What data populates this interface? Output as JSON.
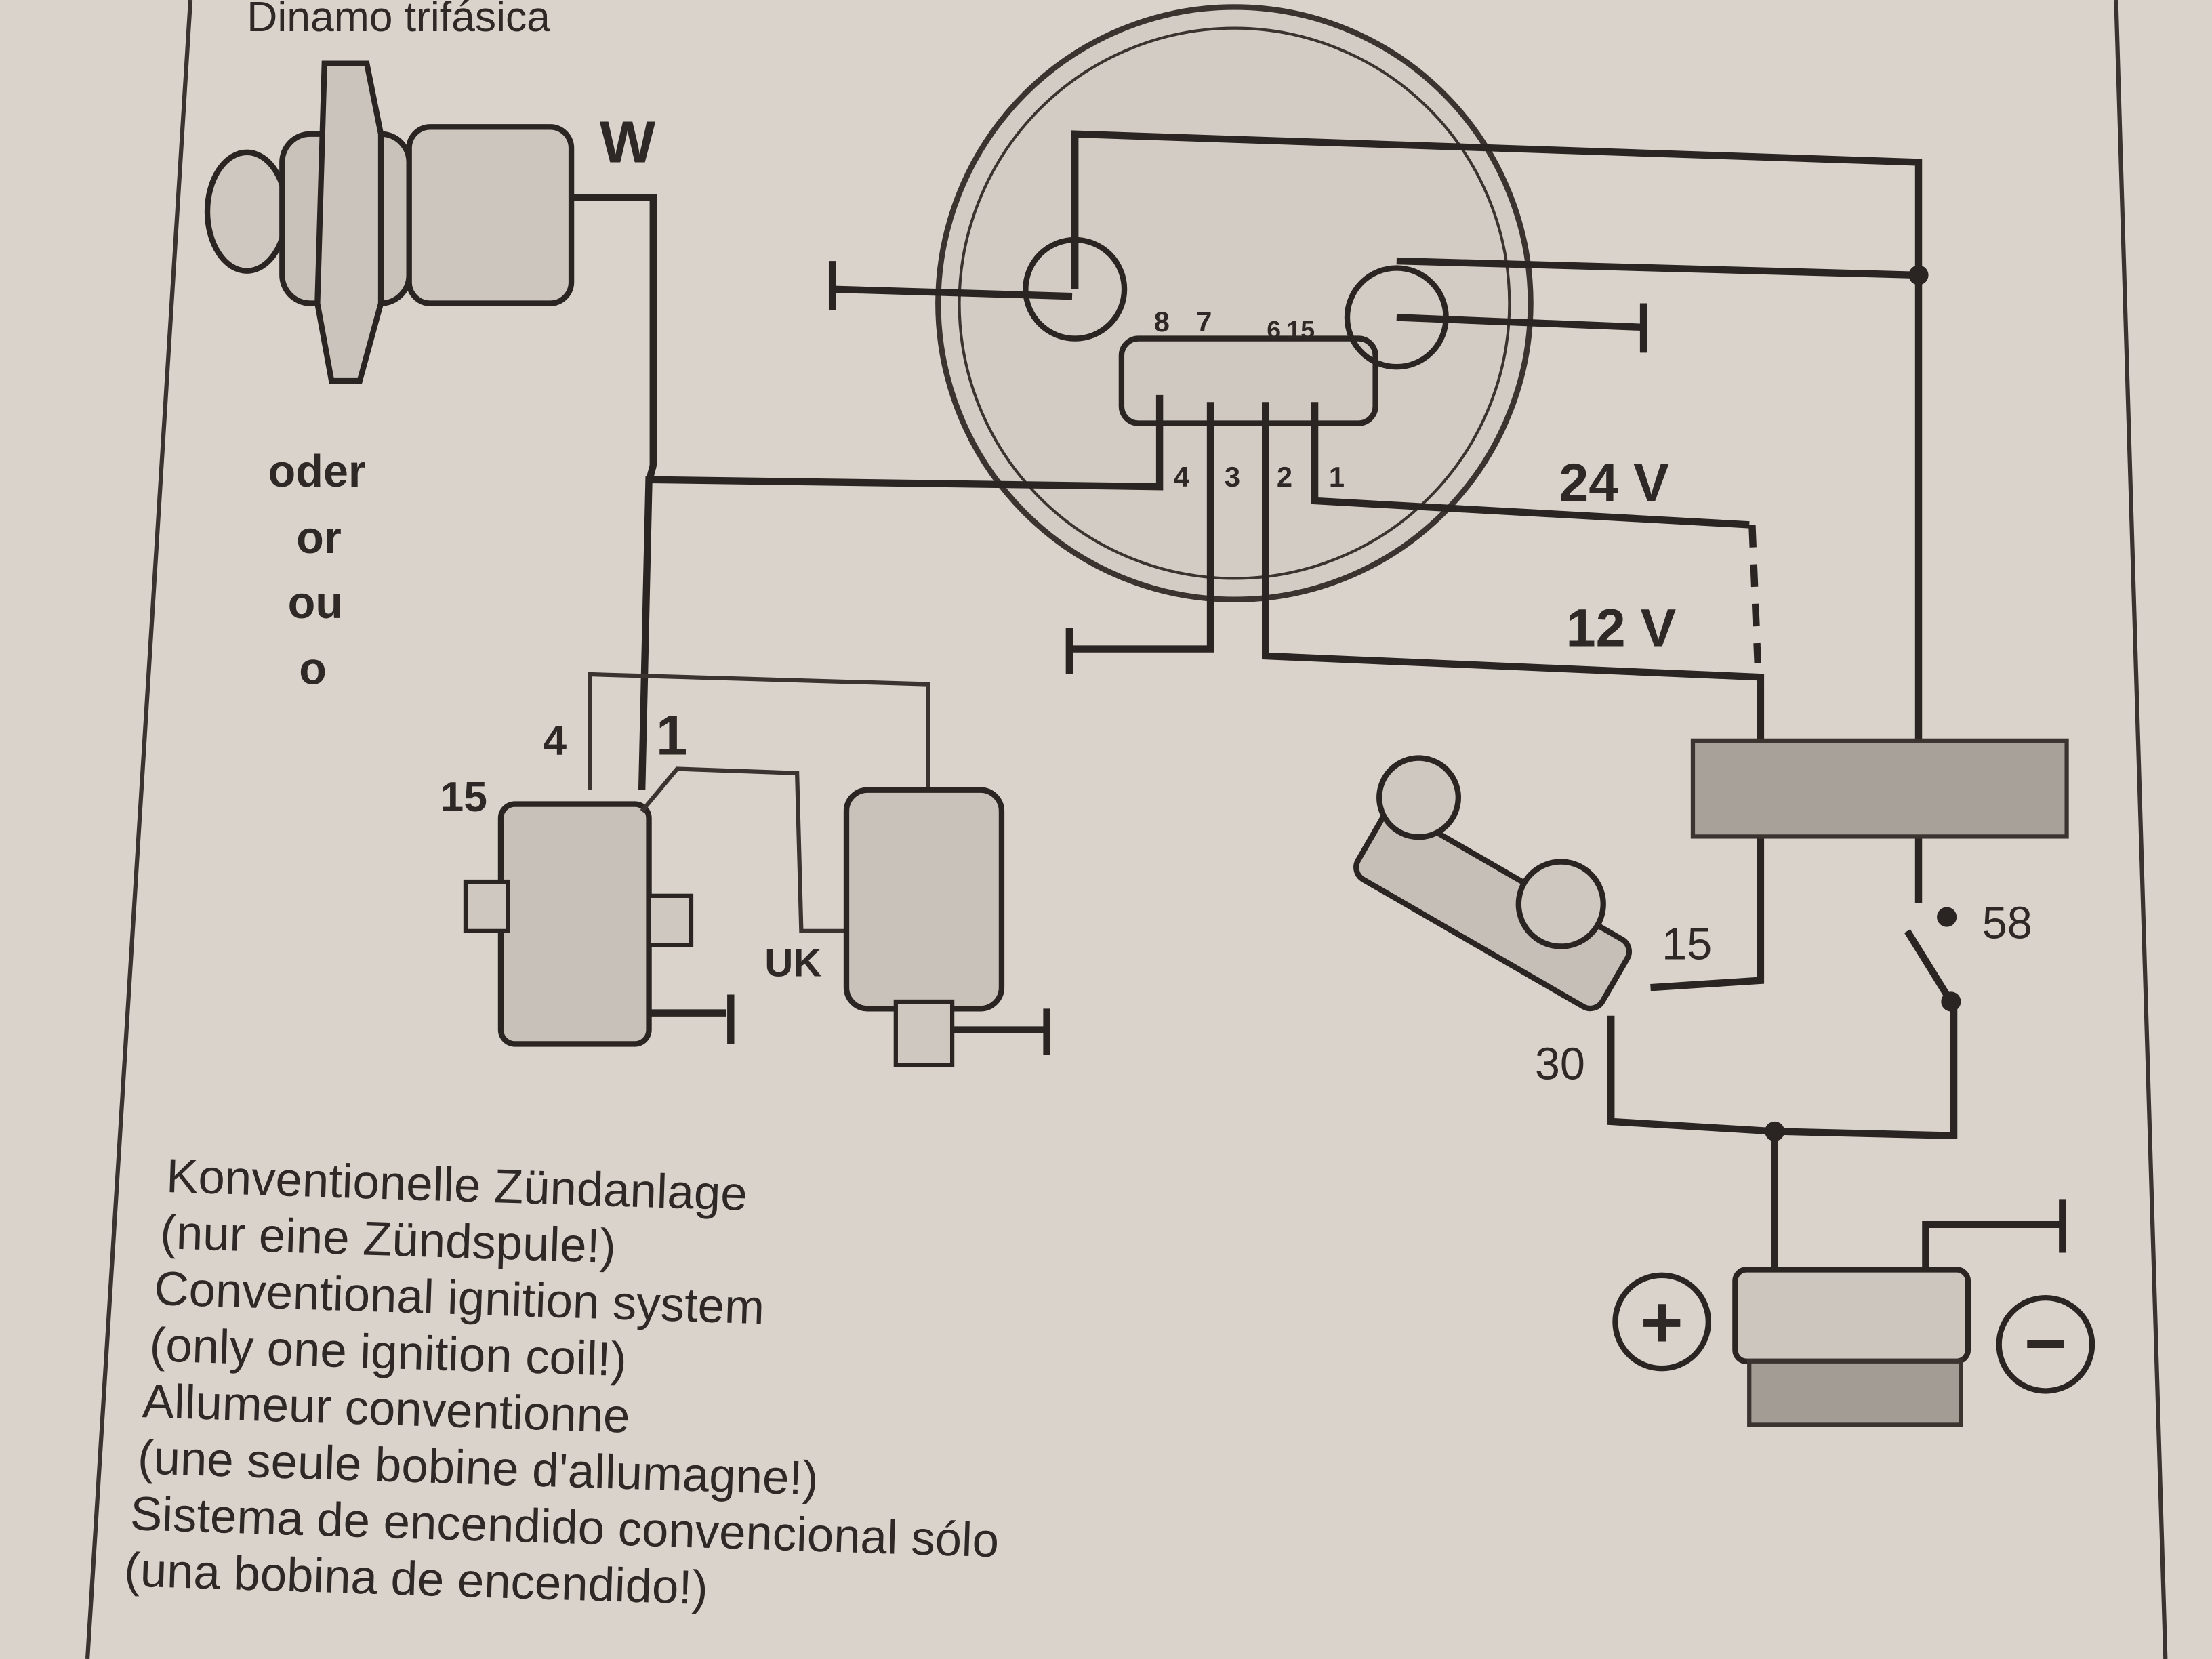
{
  "header": {
    "title": "Dinamo trifásica"
  },
  "alternator": {
    "terminal": "W"
  },
  "alternatives": [
    "oder",
    "or",
    "ou",
    "o"
  ],
  "ignition_coil": {
    "terminals": [
      "4",
      "1",
      "15"
    ]
  },
  "distributor": {
    "terminal": "UK"
  },
  "instrument": {
    "top_pins": [
      "8",
      "7",
      "6",
      "15"
    ],
    "bottom_pins": [
      "4",
      "3",
      "2",
      "1"
    ]
  },
  "voltages": {
    "v24": "24 V",
    "v12": "12 V"
  },
  "ignition_switch": {
    "terminals": [
      "15",
      "30"
    ]
  },
  "light_switch": {
    "terminal": "58"
  },
  "battery": {
    "plus": "+",
    "minus": "−"
  },
  "caption": [
    "Konventionelle Zündanlage",
    "(nur eine Zündspule!)",
    "Conventional ignition system",
    "(only one ignition coil!)",
    "Allumeur conventionne",
    "(une seule bobine d'allumagne!)",
    "Sistema de encendido convencional sólo",
    "(una bobina de encendido!)"
  ]
}
